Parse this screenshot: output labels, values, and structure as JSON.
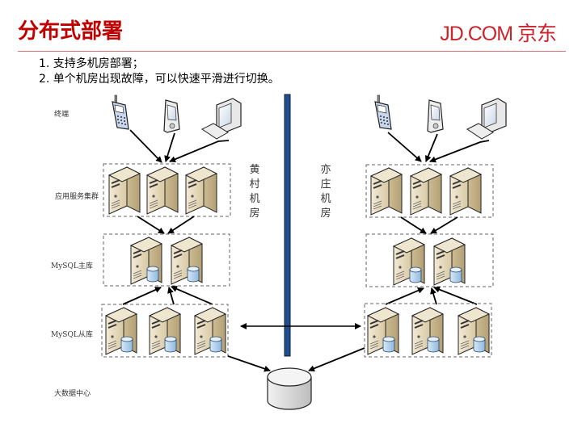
{
  "header": {
    "title": "分布式部署",
    "brand": "JD.COM 京东"
  },
  "bullets": [
    "1. 支持多机房部署；",
    "2. 单个机房出现故障，可以快速平滑进行切换。"
  ],
  "row_labels": {
    "terminal": "终端",
    "app_cluster": "应用服务集群",
    "mysql_master": "MySQL主库",
    "mysql_slave": "MySQL从库",
    "big_data_center": "大数据中心"
  },
  "datacenters": {
    "left": "黄村机房",
    "right": "亦庄机房"
  },
  "colors": {
    "title": "#c00000",
    "brand": "#c9252c",
    "separator": "#1f4e8c",
    "server_face": "#e8dcc0",
    "db_cylinder": "#a9cbe8"
  },
  "components": {
    "terminals": [
      "mobile-phone",
      "pda",
      "desktop-computer"
    ],
    "app_servers_per_dc": 3,
    "mysql_master_servers_per_dc": 2,
    "mysql_slave_servers_per_dc": 3
  }
}
